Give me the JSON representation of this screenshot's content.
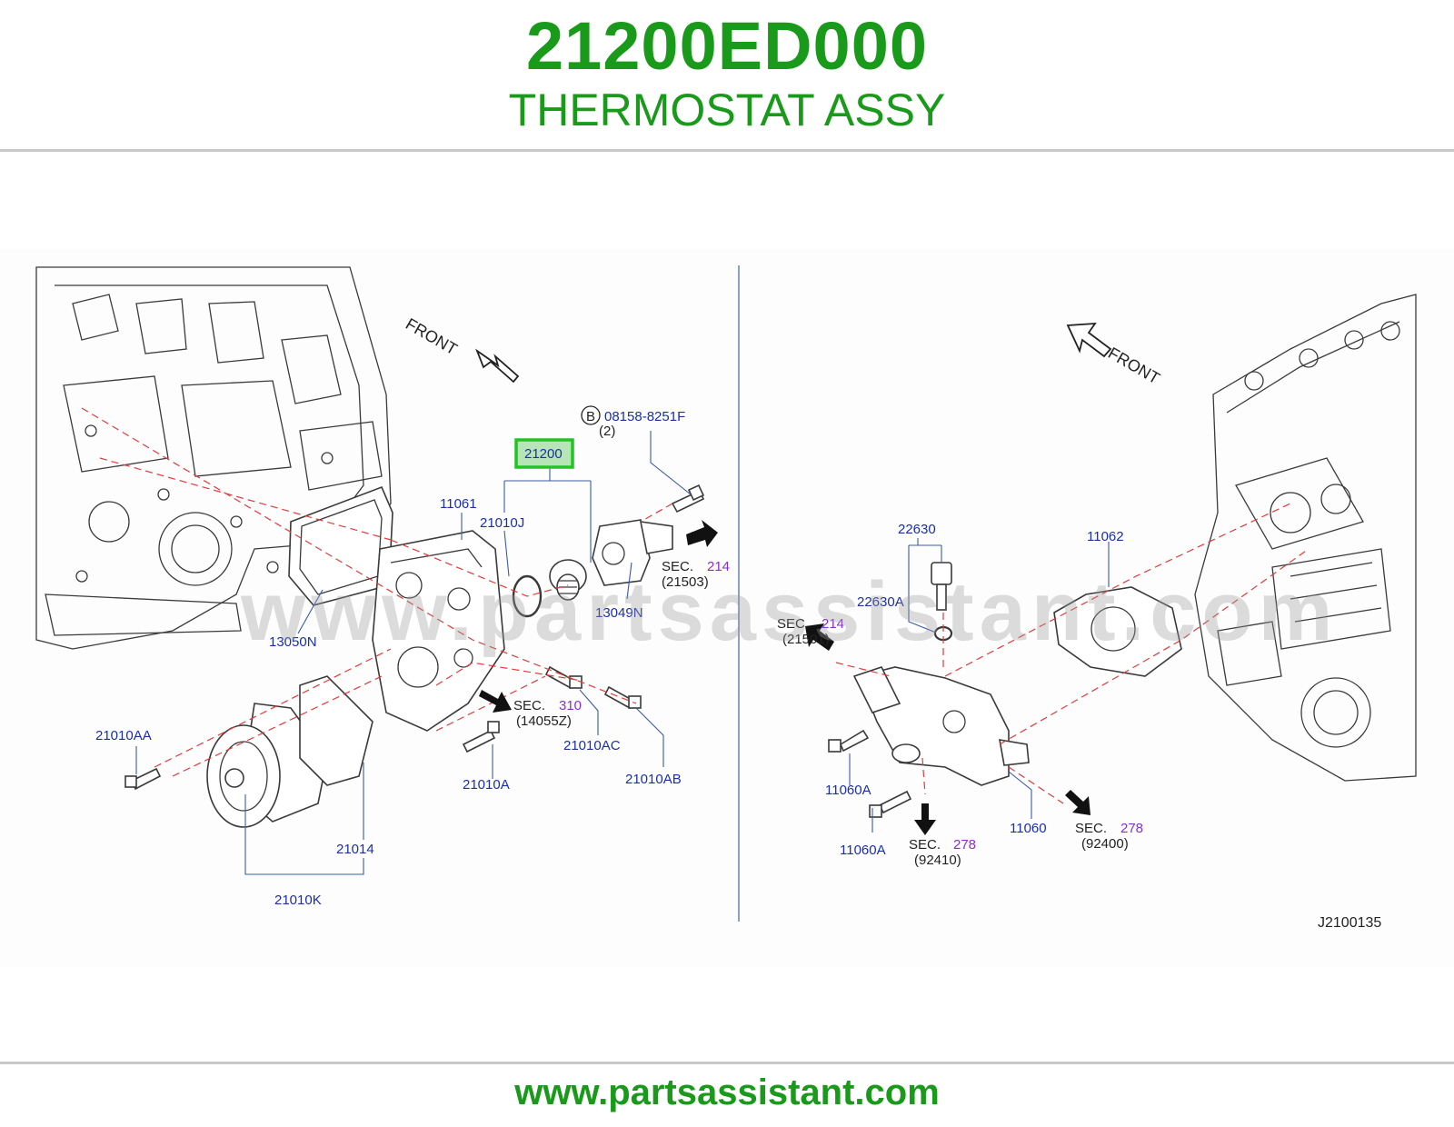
{
  "header": {
    "part_number": "21200ED000",
    "part_name": "THERMOSTAT ASSY"
  },
  "footer": {
    "url": "www.partsassistant.com"
  },
  "watermark": "www.partsassistant.com",
  "diagram": {
    "front_label_left": "FRONT",
    "front_label_right": "FRONT",
    "drawing_code": "J2100135",
    "highlighted_part": "21200",
    "bolt_marker": "B",
    "callouts": {
      "c_08158": "08158-8251F",
      "c_08158_qty": "(2)",
      "c_11061": "11061",
      "c_21010J": "21010J",
      "c_13049N": "13049N",
      "c_13050N": "13050N",
      "c_21010AA": "21010AA",
      "c_21010A": "21010A",
      "c_21010AC": "21010AC",
      "c_21010AB": "21010AB",
      "c_21014": "21014",
      "c_21010K": "21010K",
      "c_22630": "22630",
      "c_22630A": "22630A",
      "c_11062": "11062",
      "c_11060A_1": "11060A",
      "c_11060A_2": "11060A",
      "c_11060": "11060"
    },
    "sections": {
      "sec_word": "SEC.",
      "s1_num": "214",
      "s1_ref": "(21503)",
      "s2_num": "310",
      "s2_ref": "(14055Z)",
      "s3_num": "214",
      "s3_ref": "(21501)",
      "s4_num": "278",
      "s4_ref": "(92410)",
      "s5_num": "278",
      "s5_ref": "(92400)"
    }
  },
  "colors": {
    "brand_green": "#1a9a1a",
    "callout_blue": "#1a2fa8",
    "section_purple": "#8a2fc9",
    "highlight_green": "#22c422",
    "guide_red": "#e23b3b"
  }
}
